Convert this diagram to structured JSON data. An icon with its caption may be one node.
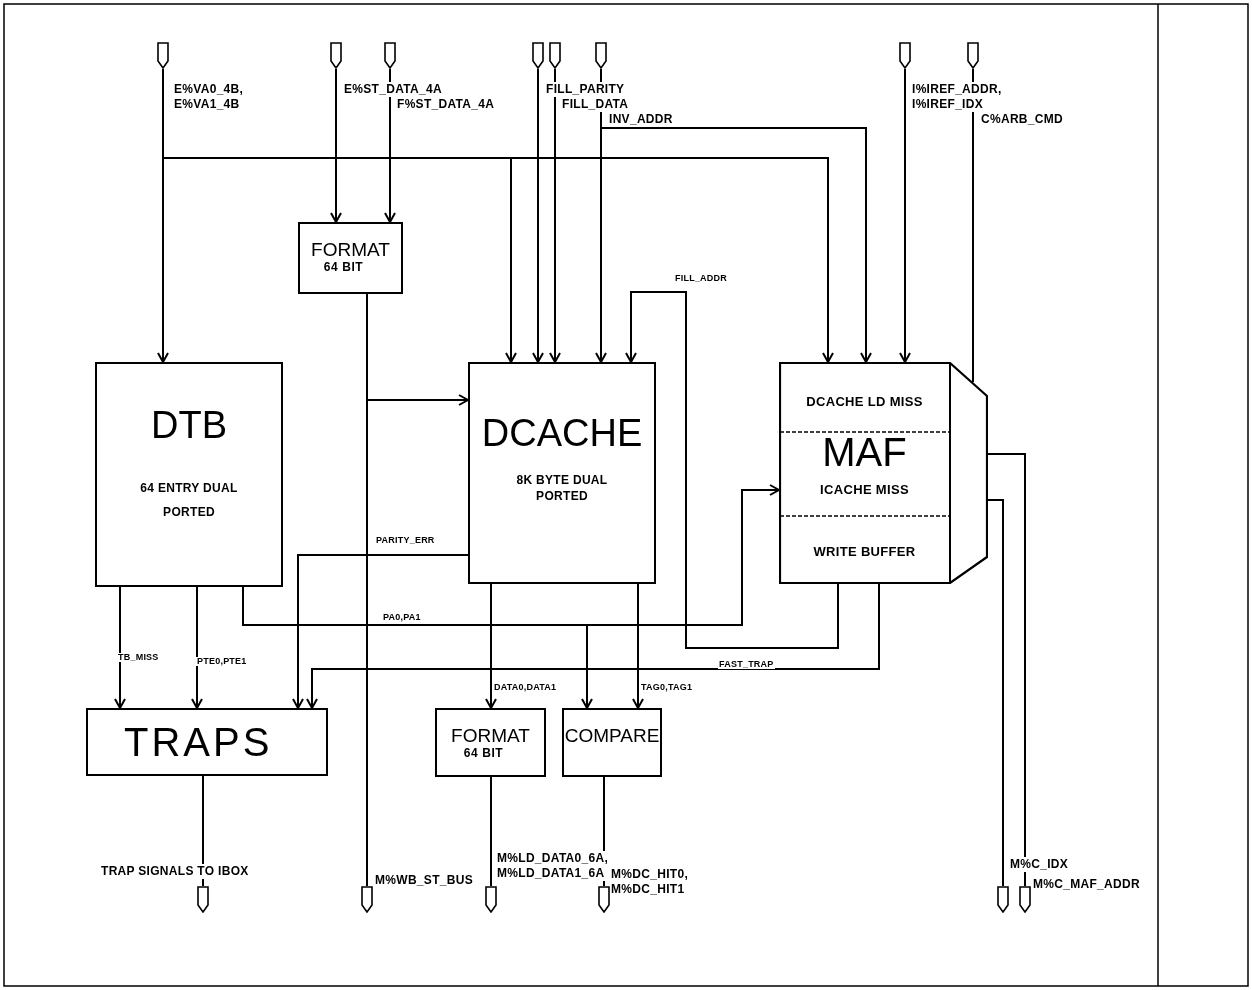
{
  "diagram": {
    "nodes": [
      {
        "text": [],
        "shape": "pin",
        "beside": [
          "E%VA0_4B, E%VA1_4B"
        ]
      },
      {
        "text": [],
        "shape": "pin",
        "beside": [
          "E%ST_DATA_4A"
        ]
      },
      {
        "text": [],
        "shape": "pin",
        "beside": [
          "F%ST_DATA_4A"
        ]
      },
      {
        "text": [],
        "shape": "pin",
        "beside": [
          "FILL_PARITY"
        ]
      },
      {
        "text": [],
        "shape": "pin",
        "beside": [
          "FILL_DATA"
        ]
      },
      {
        "text": [],
        "shape": "pin",
        "beside": [
          "INV_ADDR"
        ]
      },
      {
        "text": [],
        "shape": "pin",
        "beside": [
          "I%IREF_ADDR, I%IREF_IDX"
        ]
      },
      {
        "text": [],
        "shape": "pin",
        "beside": [
          "C%ARB_CMD"
        ]
      },
      {
        "text": [
          "FORMAT",
          "64 BIT"
        ]
      },
      {
        "text": [
          "DTB",
          "64 ENTRY DUAL PORTED"
        ]
      },
      {
        "text": [
          "DCACHE",
          "8K BYTE DUAL PORTED"
        ]
      },
      {
        "text": [
          "DCACHE LD MISS",
          "MAF",
          "ICACHE MISS",
          "WRITE BUFFER"
        ]
      },
      {
        "text": [
          "TRAPS"
        ]
      },
      {
        "text": [
          "FORMAT",
          "64 BIT"
        ]
      },
      {
        "text": [
          "COMPARE"
        ]
      },
      {
        "text": [],
        "shape": "pin",
        "beside": [
          "TRAP SIGNALS TO IBOX"
        ]
      },
      {
        "text": [],
        "shape": "pin",
        "beside": [
          "M%WB_ST_BUS"
        ]
      },
      {
        "text": [],
        "shape": "pin",
        "beside": [
          "M%LD_DATA0_6A, M%LD_DATA1_6A"
        ]
      },
      {
        "text": [],
        "shape": "pin",
        "beside": [
          "M%DC_HIT0, M%DC_HIT1"
        ]
      },
      {
        "text": [],
        "shape": "pin",
        "beside": [
          "M%C_IDX"
        ]
      },
      {
        "text": [],
        "shape": "pin",
        "beside": [
          "M%C_MAF_ADDR"
        ]
      }
    ],
    "edges": [
      {
        "from": 0,
        "to": 9,
        "arrow": "to"
      },
      {
        "from": 0,
        "to": 10,
        "arrow": "to"
      },
      {
        "from": 0,
        "to": 11,
        "arrow": "to"
      },
      {
        "from": 1,
        "to": 8,
        "arrow": "to"
      },
      {
        "from": 2,
        "to": 8,
        "arrow": "to"
      },
      {
        "from": 3,
        "to": 10,
        "arrow": "to"
      },
      {
        "from": 4,
        "to": 10,
        "arrow": "to"
      },
      {
        "from": 5,
        "to": 10,
        "arrow": "to"
      },
      {
        "from": 5,
        "to": 11,
        "arrow": "to"
      },
      {
        "from": 6,
        "to": 11,
        "arrow": "to"
      },
      {
        "from": 7,
        "to": 11,
        "arrow": "none"
      },
      {
        "from": 8,
        "to": 16,
        "arrow": "none"
      },
      {
        "from": 8,
        "to": 10,
        "arrow": "to"
      },
      {
        "from": 11,
        "to": 10,
        "arrow": "to",
        "label": "FILL_ADDR"
      },
      {
        "from": 10,
        "to": 12,
        "arrow": "to",
        "label": "PARITY_ERR"
      },
      {
        "from": 9,
        "to": 11,
        "arrow": "to",
        "label": "PA0,PA1"
      },
      {
        "from": 9,
        "to": 14,
        "arrow": "to"
      },
      {
        "from": 9,
        "to": 12,
        "arrow": "to",
        "label": "TB_MISS"
      },
      {
        "from": 9,
        "to": 12,
        "arrow": "to",
        "label": "PTE0,PTE1"
      },
      {
        "from": 11,
        "to": 12,
        "arrow": "to",
        "label": "FAST_TRAP"
      },
      {
        "from": 10,
        "to": 13,
        "arrow": "to",
        "label": "DATA0,DATA1"
      },
      {
        "from": 10,
        "to": 14,
        "arrow": "to",
        "label": "TAG0,TAG1"
      },
      {
        "from": 12,
        "to": 15,
        "arrow": "none"
      },
      {
        "from": 13,
        "to": 17,
        "arrow": "none"
      },
      {
        "from": 14,
        "to": 18,
        "arrow": "none"
      },
      {
        "from": 11,
        "to": 20,
        "arrow": "none"
      },
      {
        "from": 11,
        "to": 19,
        "arrow": "none"
      }
    ]
  }
}
